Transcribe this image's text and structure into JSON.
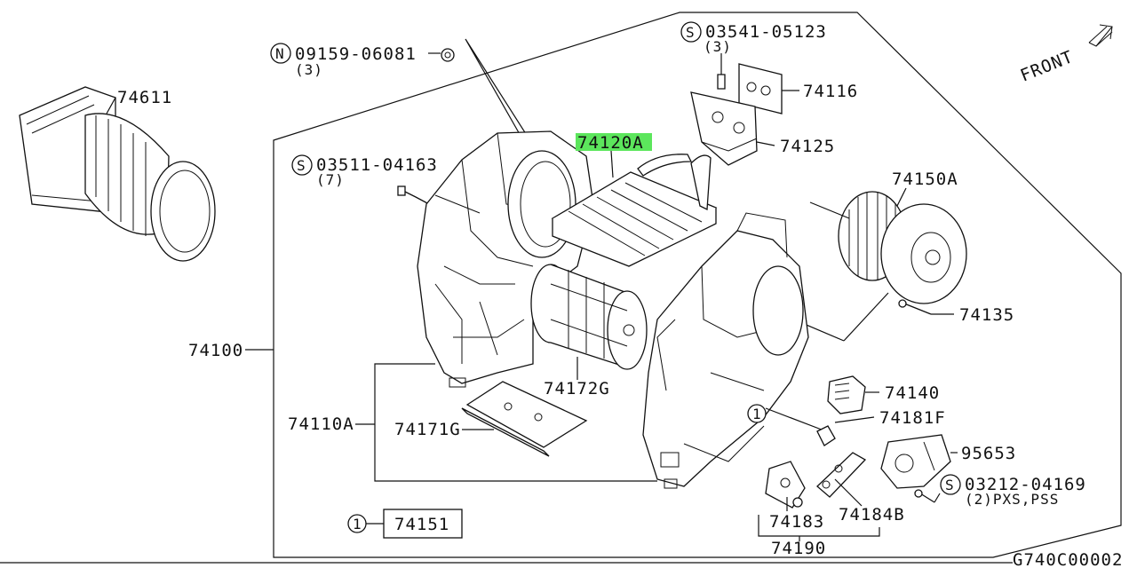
{
  "diagram": {
    "front_label": "FRONT",
    "drawing_code": "G740C00002",
    "callouts": {
      "p74611": "74611",
      "p09159_prefix": "N",
      "p09159": "09159-06081",
      "p09159_qty": "(3)",
      "p03511_prefix": "S",
      "p03511": "03511-04163",
      "p03511_qty": "(7)",
      "p74120a": "74120A",
      "p03541_prefix": "S",
      "p03541": "03541-05123",
      "p03541_qty": "(3)",
      "p74116": "74116",
      "p74125": "74125",
      "p74150a": "74150A",
      "p74135": "74135",
      "p74100": "74100",
      "p74172g": "74172G",
      "p74110a": "74110A",
      "p74171g": "74171G",
      "p74140": "74140",
      "p74181f": "74181F",
      "ref1_marker": "1",
      "p95653": "95653",
      "p03212_prefix": "S",
      "p03212": "03212-04169",
      "p03212_qty": "(2)PXS,PSS",
      "p74183": "74183",
      "p74184b": "74184B",
      "p74190": "74190",
      "ref1_legend_marker": "1",
      "p74151": "74151"
    },
    "highlight_color": "#5ce65c"
  }
}
